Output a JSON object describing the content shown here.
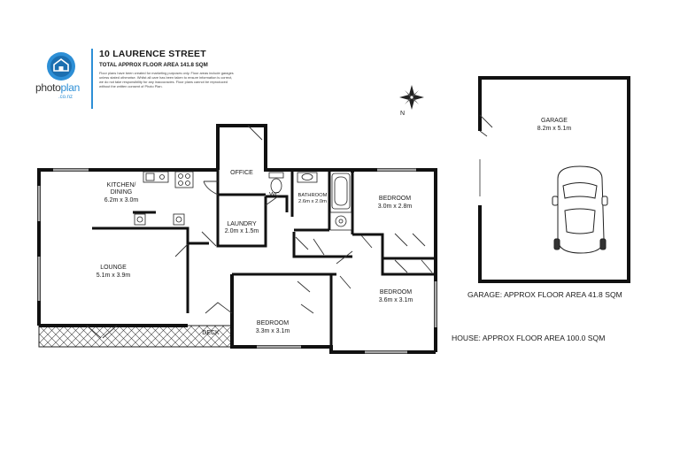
{
  "header": {
    "address": "10 LAURENCE STREET",
    "total_area": "TOTAL APPROX FLOOR AREA 141.8 SQM",
    "disclaimer": "Floor plans have been created for marketing purposes only. Floor areas include garages unless stated otherwise. Whilst all care has been taken to ensure information is correct, we do not take responsibility for any inaccuracies. Floor plans cannot be reproduced without the written consent of Photo Plan."
  },
  "logo": {
    "brand_prefix": "photo",
    "brand_suffix": "plan",
    "domain": ".co.nz",
    "icon": "house-cloud-icon",
    "accent_color": "#2d8fd6"
  },
  "compass": {
    "icon": "compass-rose-icon",
    "north_label": "N"
  },
  "rooms": {
    "kitchen": {
      "name": "KITCHEN/",
      "name2": "DINING",
      "size": "6.2m x 3.0m"
    },
    "office": {
      "name": "OFFICE"
    },
    "wc": {
      "name": "WC"
    },
    "bathroom": {
      "name": "BATHROOM",
      "size": "2.6m x 2.0m"
    },
    "bedroom1": {
      "name": "BEDROOM",
      "size": "3.0m x 2.8m"
    },
    "laundry": {
      "name": "LAUNDRY",
      "size": "2.0m x 1.5m"
    },
    "lounge": {
      "name": "LOUNGE",
      "size": "5.1m x 3.9m"
    },
    "bedroom2": {
      "name": "BEDROOM",
      "size": "3.6m x 3.1m"
    },
    "bedroom3": {
      "name": "BEDROOM",
      "size": "3.3m x 3.1m"
    },
    "deck": {
      "name": "DECK"
    },
    "garage": {
      "name": "GARAGE",
      "size": "8.2m x 5.1m"
    }
  },
  "areas": {
    "garage": "GARAGE: APPROX FLOOR AREA 41.8 SQM",
    "house": "HOUSE: APPROX FLOOR AREA 100.0 SQM"
  },
  "icons": [
    "car-icon",
    "sink-icon",
    "stove-icon",
    "toilet-icon",
    "bathtub-icon",
    "basin-icon",
    "shower-icon"
  ]
}
